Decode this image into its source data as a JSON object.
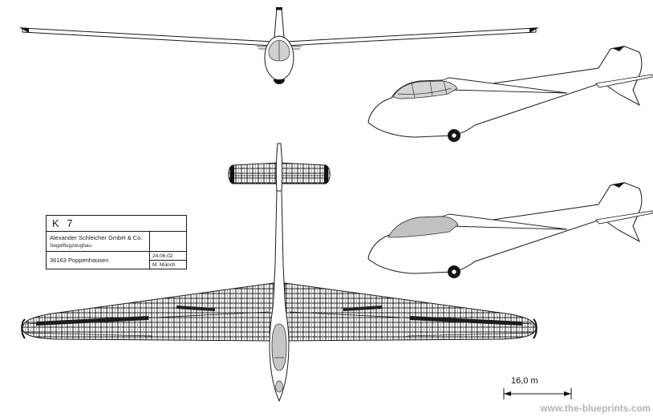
{
  "title_block": {
    "model": "K 7",
    "manufacturer": "Alexander Schleicher GmbH & Co.",
    "division": "Segelflugzeugbau",
    "address": "36163 Poppenhausen",
    "date": "24.06.02",
    "drawn_by": "M. Münch"
  },
  "scale_bar": {
    "label": "16,0 m"
  },
  "watermark": {
    "text": "www.the-blueprints.com"
  },
  "colors": {
    "line": "#1a1a1a",
    "canopy_fill": "#c6c6c6",
    "structure_dark": "#1c1c1c",
    "watermark_text": "#b9b9b9",
    "background": "#ffffff"
  }
}
